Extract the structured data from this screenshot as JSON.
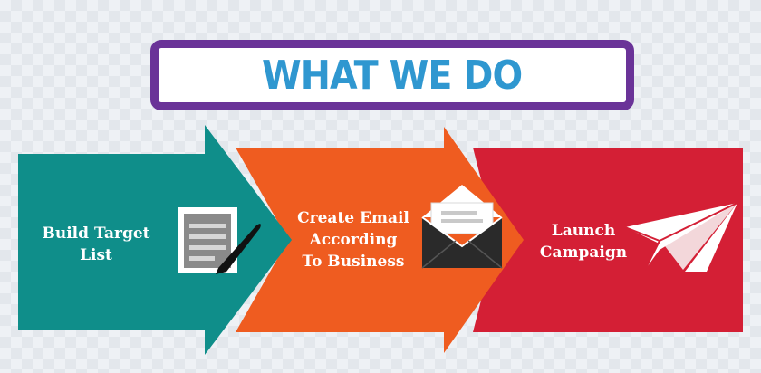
{
  "title": "WHAT WE DO",
  "colors": {
    "title_text": "#2f97d0",
    "title_border": "#6a3398",
    "step1": "#0f8e8a",
    "step2": "#ef5c20",
    "step3": "#d41f35"
  },
  "steps": [
    {
      "lines": [
        "Build Target",
        "List"
      ],
      "icon": "document-pen-icon",
      "color": "#0f8e8a"
    },
    {
      "lines": [
        "Create Email",
        "According",
        "To Business"
      ],
      "icon": "envelope-icon",
      "color": "#ef5c20"
    },
    {
      "lines": [
        "Launch",
        "Campaign"
      ],
      "icon": "paper-plane-icon",
      "color": "#d41f35"
    }
  ]
}
